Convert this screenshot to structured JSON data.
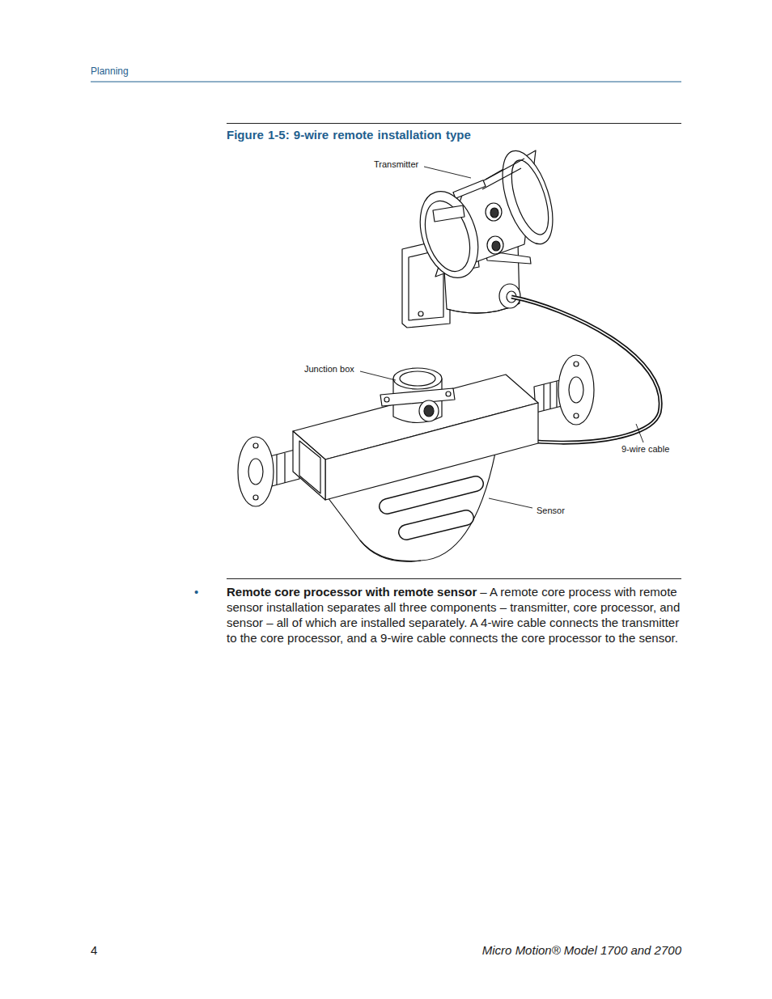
{
  "diagram": {
    "title": "Figure 1-5: 9-wire remote installation type",
    "labels": [
      "Planning",
      "Transmitter",
      "Junction box",
      "9-wire cable",
      "Sensor",
      "•",
      "Remote core processor with remote sensor",
      "– A remote core process with remote sensor installation separates all three components – transmitter, core processor, and sensor – all of which are installed separately. A 4-wire cable connects the transmitter to the core processor, and a 9-wire cable connects the core processor to the sensor.",
      "4",
      "Micro Motion® Model 1700 and 2700"
    ]
  }
}
